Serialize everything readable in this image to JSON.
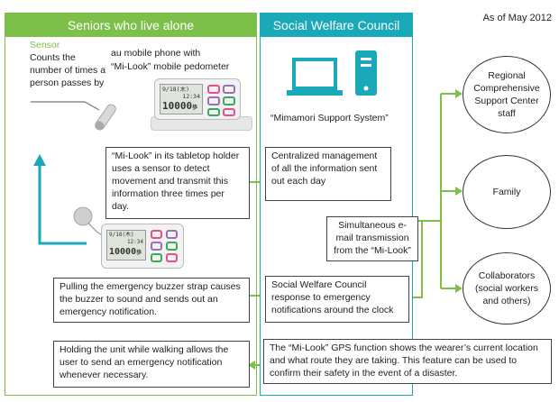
{
  "date_note": "As of May 2012",
  "left_panel": {
    "title": "Seniors who live alone",
    "sensor_title": "Sensor",
    "sensor_desc": "Counts the number of times a person passes by",
    "phone_caption_line1": "au mobile phone with",
    "phone_caption_line2": "“Mi-Look” mobile pedometer",
    "box1": "“Mi-Look” in its tabletop holder uses a sensor to detect movement and transmit this information three times per day.",
    "box2": "Pulling the emergency buzzer strap causes the buzzer to sound and sends out an emergency notification.",
    "box3": "Holding the unit while walking allows the user to send an emergency notification whenever necessary."
  },
  "device": {
    "date_text": "9/18(木)",
    "time_text": "12:34",
    "steps_text": "10000",
    "steps_unit": "歩"
  },
  "mid_panel": {
    "title": "Social Welfare Council",
    "system_label": "“Mimamori Support System”",
    "box1": "Centralized management of all the information sent out each day",
    "box2": "Simultaneous e-mail transmission from the “Mi-Look”",
    "box3": "Social Welfare Council response to emergency notifications around the clock",
    "gps_text": "The “Mi-Look” GPS function shows the wearer’s current location and what route they are taking. This feature can be used to confirm their safety in the event of a disaster."
  },
  "recipients": [
    "Regional Comprehensive Support Center staff",
    "Family",
    "Collaborators (social workers and others)"
  ],
  "colors": {
    "green": "#7cc04a",
    "teal": "#19a9b8",
    "device_pink": "#e8508a",
    "device_purple": "#9b6fb6",
    "device_green": "#3aaa5a"
  }
}
